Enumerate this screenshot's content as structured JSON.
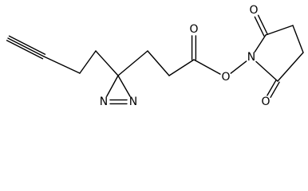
{
  "molecule": {
    "atoms": [
      {
        "id": "c1",
        "element": "C",
        "label": ""
      },
      {
        "id": "c2",
        "element": "C",
        "label": ""
      },
      {
        "id": "c3",
        "element": "C",
        "label": ""
      },
      {
        "id": "c4",
        "element": "C",
        "label": ""
      },
      {
        "id": "c5",
        "element": "C",
        "label": ""
      },
      {
        "id": "n1",
        "element": "N",
        "label": "N"
      },
      {
        "id": "n2",
        "element": "N",
        "label": "N"
      },
      {
        "id": "c6",
        "element": "C",
        "label": ""
      },
      {
        "id": "c7",
        "element": "C",
        "label": ""
      },
      {
        "id": "c8",
        "element": "C",
        "label": ""
      },
      {
        "id": "o1",
        "element": "O",
        "label": "O"
      },
      {
        "id": "o2",
        "element": "O",
        "label": "O"
      },
      {
        "id": "n3",
        "element": "N",
        "label": "N"
      },
      {
        "id": "c9",
        "element": "C",
        "label": ""
      },
      {
        "id": "o3",
        "element": "O",
        "label": "O"
      },
      {
        "id": "c10",
        "element": "C",
        "label": ""
      },
      {
        "id": "c11",
        "element": "C",
        "label": ""
      },
      {
        "id": "c12",
        "element": "C",
        "label": ""
      },
      {
        "id": "o4",
        "element": "O",
        "label": "O"
      }
    ],
    "bonds": [
      {
        "from": "c1",
        "to": "c2",
        "order": 3
      },
      {
        "from": "c2",
        "to": "c3",
        "order": 1
      },
      {
        "from": "c3",
        "to": "c4",
        "order": 1
      },
      {
        "from": "c4",
        "to": "c5",
        "order": 1
      },
      {
        "from": "c5",
        "to": "n1",
        "order": 1
      },
      {
        "from": "c5",
        "to": "n2",
        "order": 1
      },
      {
        "from": "n1",
        "to": "n2",
        "order": 2
      },
      {
        "from": "c5",
        "to": "c6",
        "order": 1
      },
      {
        "from": "c6",
        "to": "c7",
        "order": 1
      },
      {
        "from": "c7",
        "to": "c8",
        "order": 1
      },
      {
        "from": "c8",
        "to": "o1",
        "order": 2
      },
      {
        "from": "c8",
        "to": "o2",
        "order": 1
      },
      {
        "from": "o2",
        "to": "n3",
        "order": 1
      },
      {
        "from": "n3",
        "to": "c9",
        "order": 1
      },
      {
        "from": "c9",
        "to": "o3",
        "order": 2
      },
      {
        "from": "c9",
        "to": "c10",
        "order": 1
      },
      {
        "from": "c10",
        "to": "c11",
        "order": 1
      },
      {
        "from": "c11",
        "to": "c12",
        "order": 1
      },
      {
        "from": "c12",
        "to": "n3",
        "order": 1
      },
      {
        "from": "c12",
        "to": "o4",
        "order": 2
      }
    ]
  }
}
